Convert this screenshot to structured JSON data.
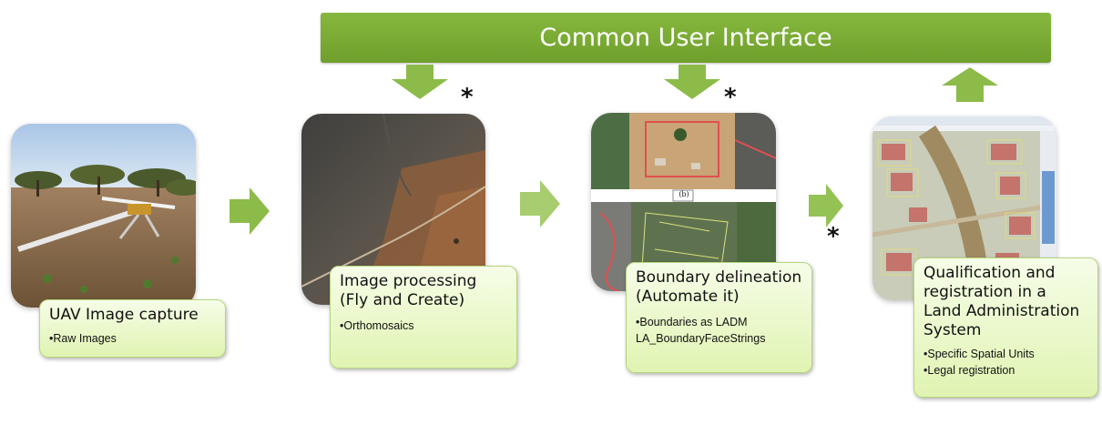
{
  "header": {
    "title": "Common User Interface"
  },
  "colors": {
    "banner": "#7aaf34",
    "arrow": "#8cbb4a",
    "arrow_light": "#a7cd6e",
    "card_fill": "#e8f7c8",
    "card_border": "#b4d67c"
  },
  "steps": [
    {
      "title": "UAV Image capture",
      "bullets": [
        "Raw Images"
      ],
      "image": "uav-drone-field-photo"
    },
    {
      "title": "Image processing (Fly and Create)",
      "bullets": [
        "Orthomosaics"
      ],
      "image": "orthomosaic-aerial-image",
      "marker": "*"
    },
    {
      "title": "Boundary delineation (Automate it)",
      "bullets": [
        "Boundaries as LADM LA_BoundaryFaceStrings"
      ],
      "image": "boundary-delineation-collage",
      "marker": "*",
      "panel_label": "(b)"
    },
    {
      "title": "Qualification and registration in a Land Administration System",
      "bullets": [
        "Specific Spatial Units",
        "Legal registration"
      ],
      "image": "land-registry-software-screenshot"
    }
  ],
  "transition_marker": "*",
  "icons": {
    "down": "arrow-down-icon",
    "up": "arrow-up-icon",
    "right": "arrow-right-icon"
  }
}
